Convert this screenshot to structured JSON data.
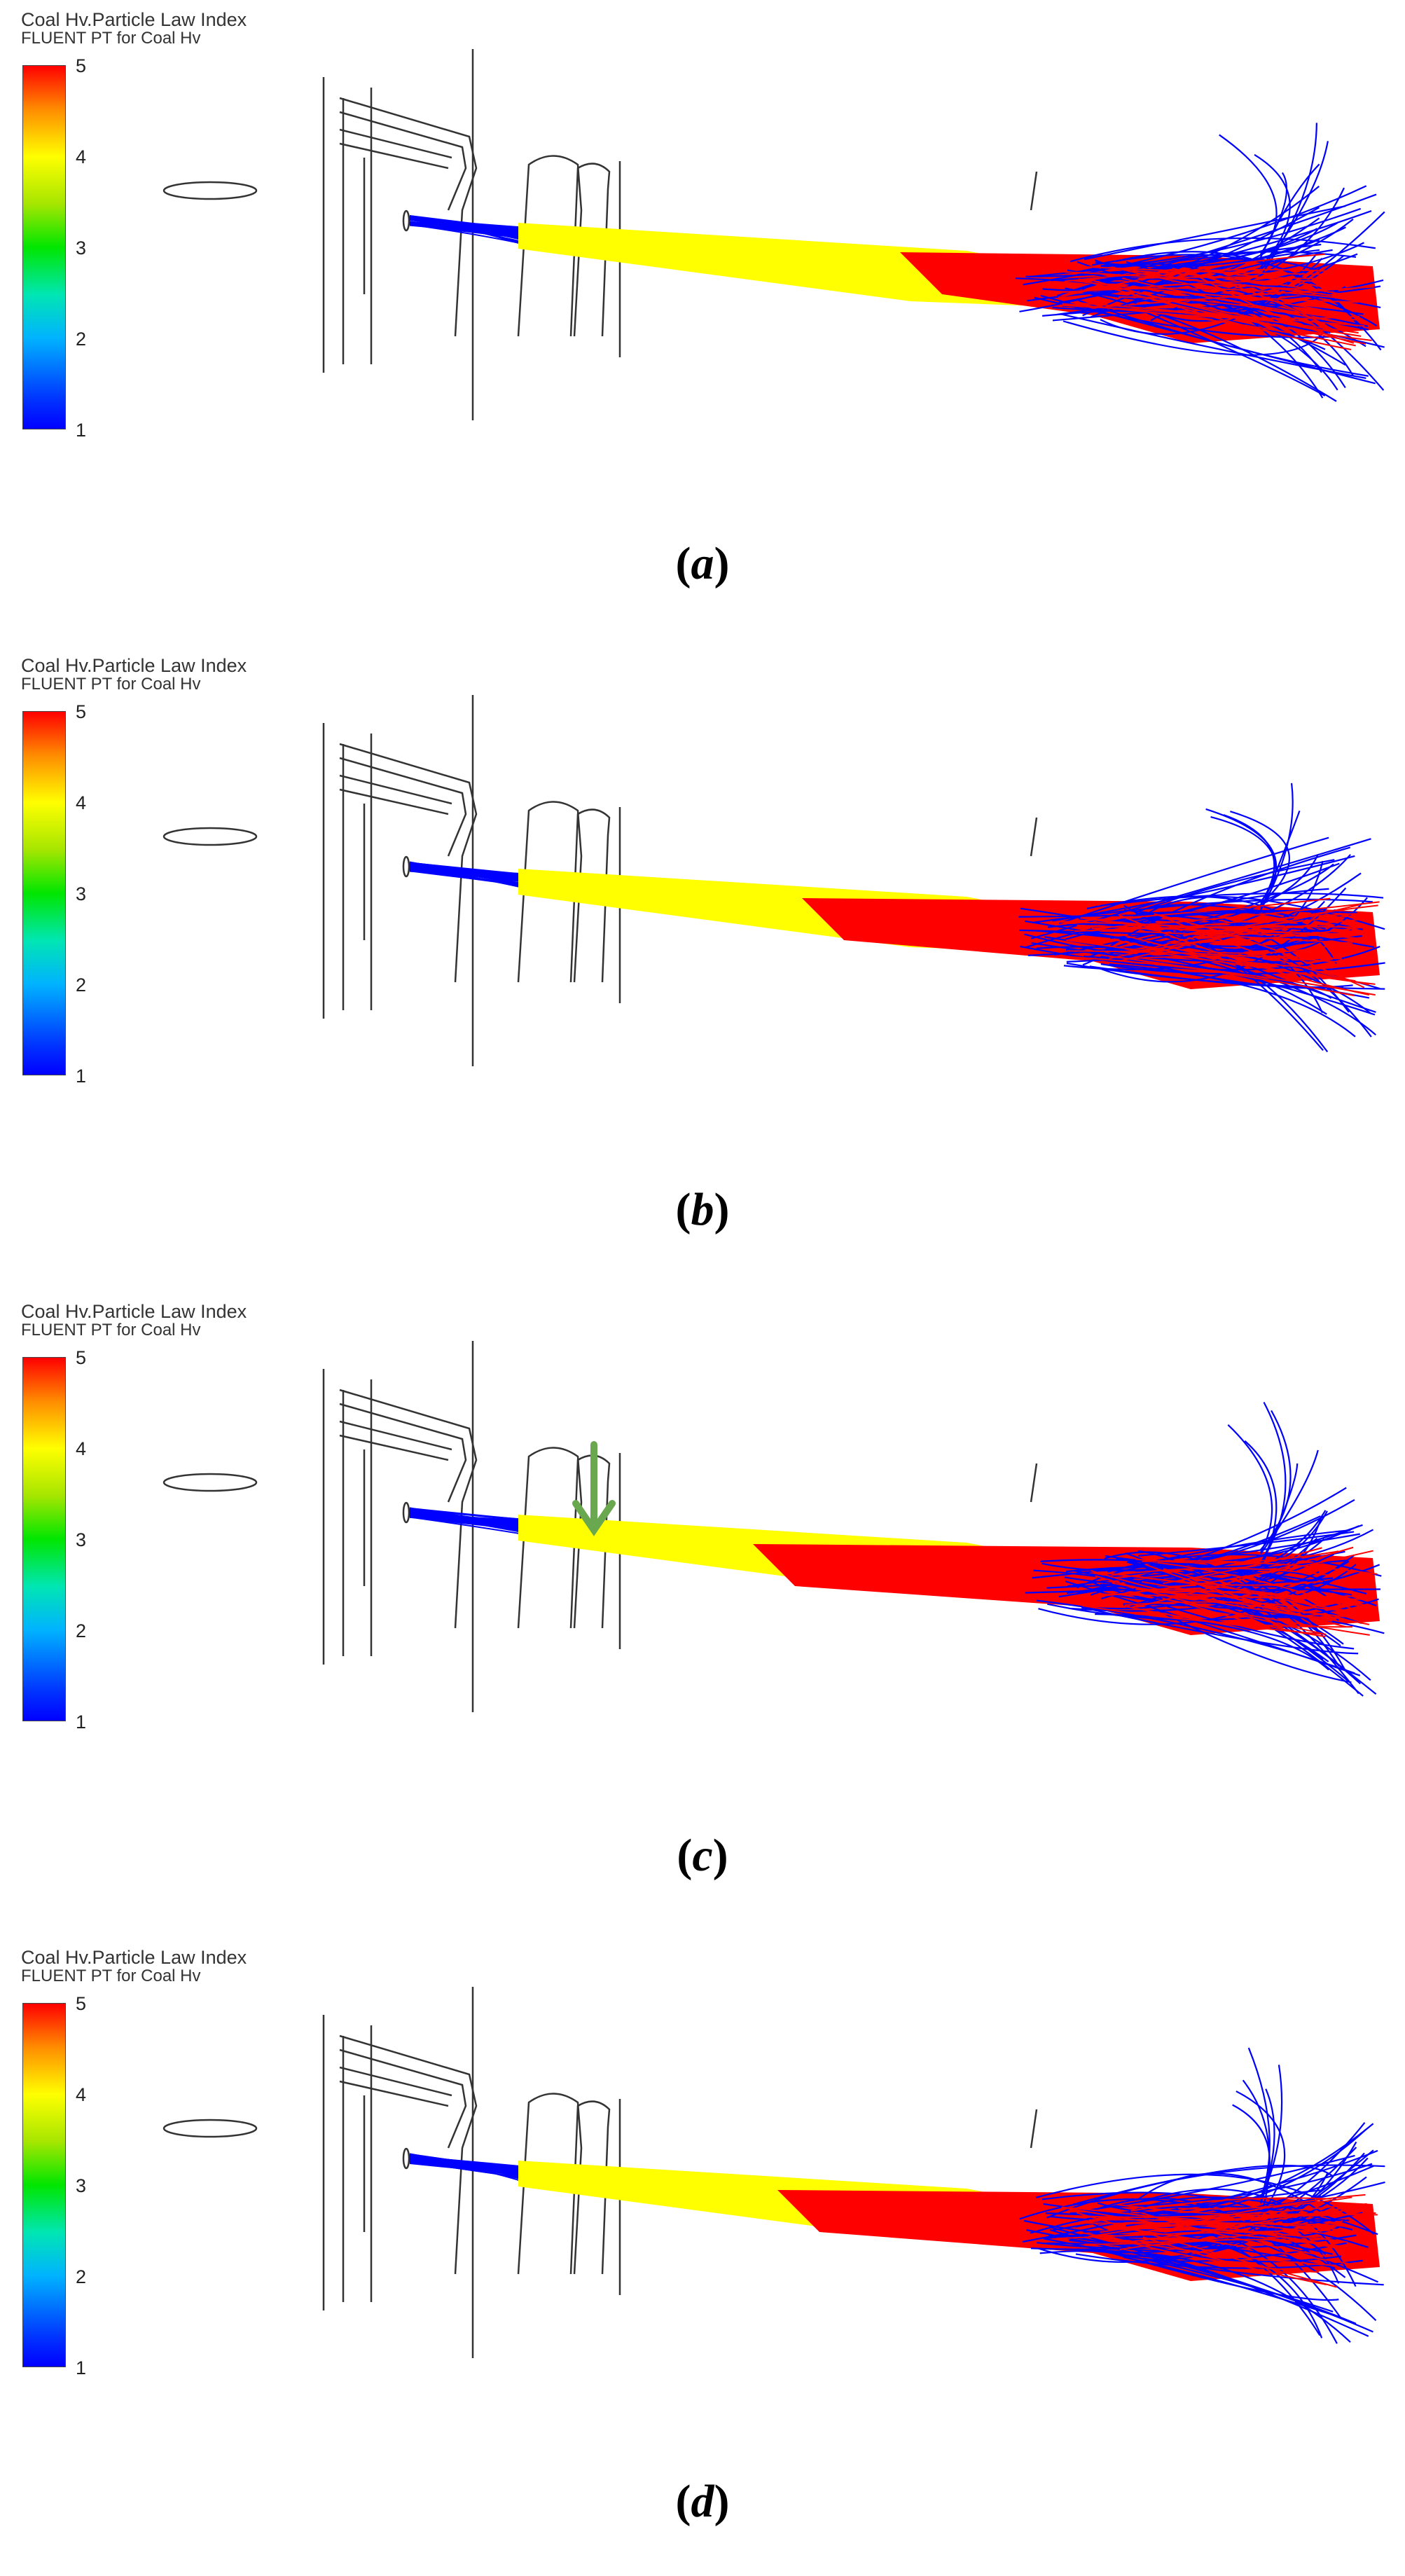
{
  "legend": {
    "title": "Coal Hv.Particle Law Index",
    "subtitle": "FLUENT PT for Coal Hv",
    "ticks": [
      "5",
      "4",
      "3",
      "2",
      "1"
    ],
    "colors": {
      "high": "#ff0000",
      "mid_high": "#ffff00",
      "mid": "#00e600",
      "mid_low": "#00ccff",
      "low": "#0000ff"
    }
  },
  "panels": [
    {
      "label": "a",
      "red_start": 0.55,
      "arrow": false
    },
    {
      "label": "b",
      "red_start": 0.35,
      "arrow": false
    },
    {
      "label": "c",
      "red_start": 0.25,
      "arrow": true
    },
    {
      "label": "d",
      "red_start": 0.3,
      "arrow": false
    }
  ],
  "colors": {
    "jet_yellow": "#ffff00",
    "jet_red": "#ff0000",
    "particle_blue": "#0000ff",
    "arrow_green": "#6aa84f",
    "geometry": "#333333"
  }
}
